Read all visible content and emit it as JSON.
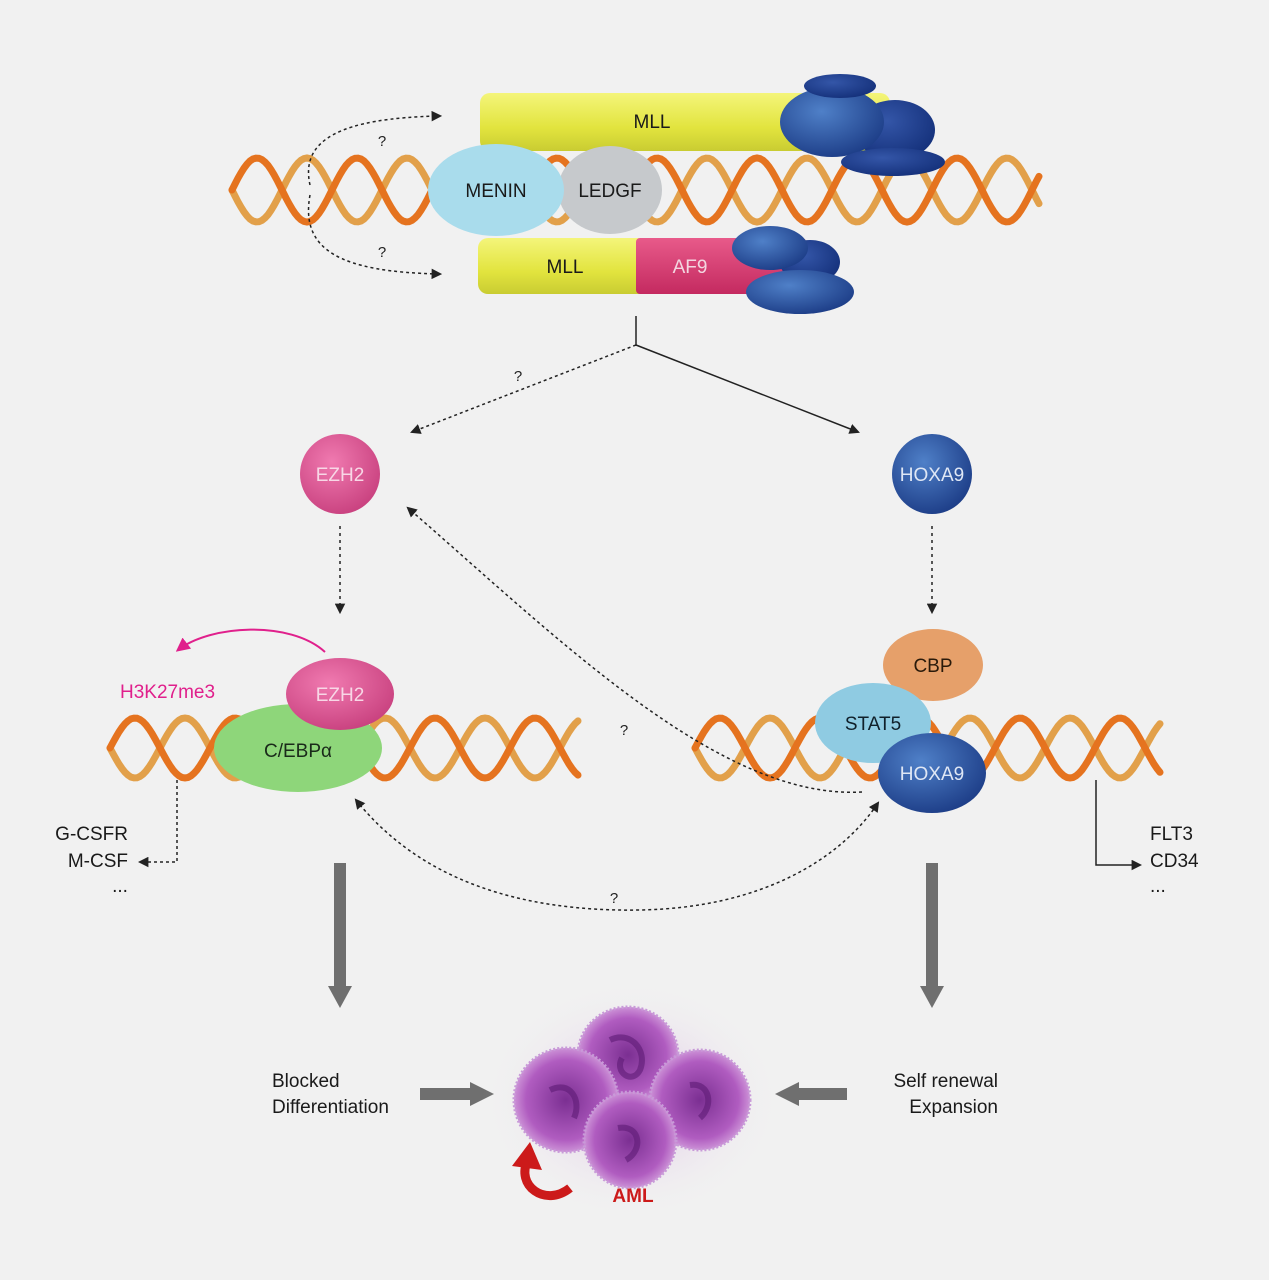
{
  "title": "MLL-AF9 leukemogenic pathway schematic",
  "complex_top": {
    "mll_wt_label": "MLL",
    "menin_label": "MENIN",
    "ledgf_label": "LEDGF",
    "mll_fusion_label": "MLL",
    "af9_label": "AF9",
    "question_upper": "?",
    "question_lower": "?"
  },
  "branch": {
    "question_left": "?",
    "ezh2_label": "EZH2",
    "hoxa9_label": "HOXA9"
  },
  "left_locus": {
    "mark_label": "H3K27me3",
    "ezh2_label": "EZH2",
    "cebpa_label": "C/EBPα",
    "targets": [
      "G-CSFR",
      "M-CSF",
      "..."
    ]
  },
  "right_locus": {
    "cbp_label": "CBP",
    "stat5_label": "STAT5",
    "hoxa9_label": "HOXA9",
    "targets": [
      "FLT3",
      "CD34",
      "..."
    ]
  },
  "cross_links": {
    "question_middle": "?",
    "question_bottom": "?"
  },
  "outcome": {
    "left_text": [
      "Blocked",
      "Differentiation"
    ],
    "right_text": [
      "Self renewal",
      "Expansion"
    ],
    "aml_label": "AML"
  },
  "colors": {
    "background": "#f1f1f1",
    "mll": "#e6e84a",
    "menin": "#a9dcec",
    "ledgf": "#c6c9cc",
    "af9": "#d8386f",
    "dark_blue": "#1f3f8f",
    "ezh2": "#dc5594",
    "hoxa9": "#2f61a8",
    "cebpa": "#8ed67a",
    "cbp": "#e6a06a",
    "stat5": "#8fcbe2",
    "h3k27": "#e0208c",
    "aml": "#cc1a1a",
    "dna_orange": "#e5731f",
    "dna_tan": "#e2a04a",
    "gray_arrow": "#6f6f6f",
    "cell": "#a044b0"
  }
}
